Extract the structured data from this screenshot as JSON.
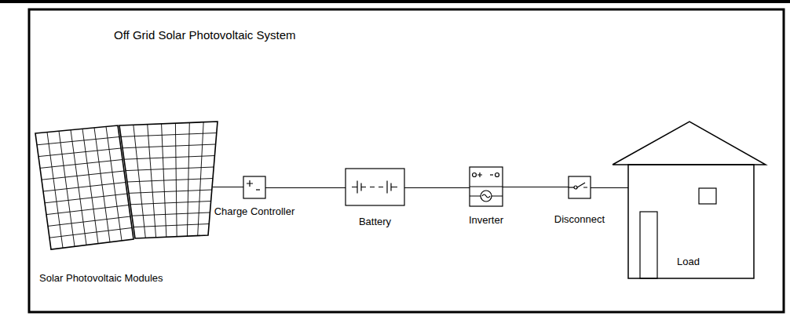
{
  "diagram": {
    "title": "Off Grid Solar Photovoltaic System",
    "nodes": [
      {
        "text": [
          "Solar Photovoltaic Modules"
        ]
      },
      {
        "text": [
          "Charge Controller"
        ]
      },
      {
        "text": [
          "Battery"
        ]
      },
      {
        "text": [
          "Inverter"
        ]
      },
      {
        "text": [
          "Disconnect"
        ]
      },
      {
        "text": [
          "Load"
        ]
      }
    ],
    "edges": [
      {
        "from": 0,
        "to": 1,
        "arrow": "none"
      },
      {
        "from": 1,
        "to": 2,
        "arrow": "none"
      },
      {
        "from": 2,
        "to": 3,
        "arrow": "none"
      },
      {
        "from": 3,
        "to": 4,
        "arrow": "none"
      },
      {
        "from": 4,
        "to": 5,
        "arrow": "none"
      }
    ]
  }
}
